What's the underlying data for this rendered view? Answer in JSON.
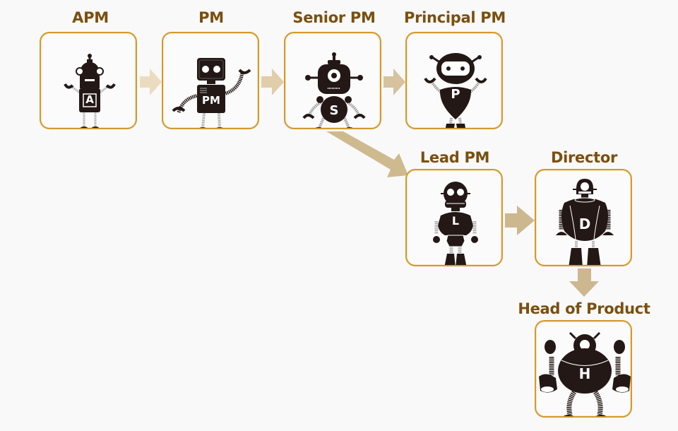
{
  "diagram": {
    "type": "career-ladder",
    "title_color": "#7a4f10",
    "box_border_color": "#d4992e",
    "nodes": [
      {
        "id": "apm",
        "label": "APM",
        "badge": "A",
        "icon": "robot-apm-icon"
      },
      {
        "id": "pm",
        "label": "PM",
        "badge": "PM",
        "icon": "robot-pm-icon"
      },
      {
        "id": "senior-pm",
        "label": "Senior PM",
        "badge": "S",
        "icon": "robot-senior-pm-icon"
      },
      {
        "id": "principal-pm",
        "label": "Principal PM",
        "badge": "P",
        "icon": "robot-principal-pm-icon"
      },
      {
        "id": "lead-pm",
        "label": "Lead PM",
        "badge": "L",
        "icon": "robot-lead-pm-icon"
      },
      {
        "id": "director",
        "label": "Director",
        "badge": "D",
        "icon": "robot-director-icon"
      },
      {
        "id": "head-of-product",
        "label": "Head of Product",
        "badge": "H",
        "icon": "robot-head-of-product-icon"
      }
    ],
    "edges": [
      {
        "from": "apm",
        "to": "pm",
        "color": "#ecdcbf"
      },
      {
        "from": "pm",
        "to": "senior-pm",
        "color": "#e0cda9"
      },
      {
        "from": "senior-pm",
        "to": "principal-pm",
        "color": "#d6c29c"
      },
      {
        "from": "senior-pm",
        "to": "lead-pm",
        "color": "#cfb98f"
      },
      {
        "from": "lead-pm",
        "to": "director",
        "color": "#cdb78e"
      },
      {
        "from": "director",
        "to": "head-of-product",
        "color": "#cdb78e"
      }
    ]
  }
}
